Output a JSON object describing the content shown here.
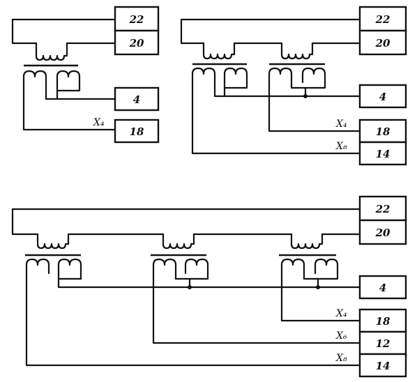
{
  "diagram_a": {
    "blocks": {
      "top": "22",
      "mid": "20",
      "b4": "4",
      "b18": "18"
    },
    "taps": {
      "x4": "X₄"
    }
  },
  "diagram_b": {
    "blocks": {
      "top": "22",
      "mid": "20",
      "b4": "4",
      "b18": "18",
      "b14": "14"
    },
    "taps": {
      "x4": "X₄",
      "x8": "X₈"
    }
  },
  "diagram_c": {
    "blocks": {
      "top": "22",
      "mid": "20",
      "b4": "4",
      "b18": "18",
      "b12": "12",
      "b14": "14"
    },
    "taps": {
      "x4": "X₄",
      "x6": "X₆",
      "x8": "X₈"
    }
  }
}
